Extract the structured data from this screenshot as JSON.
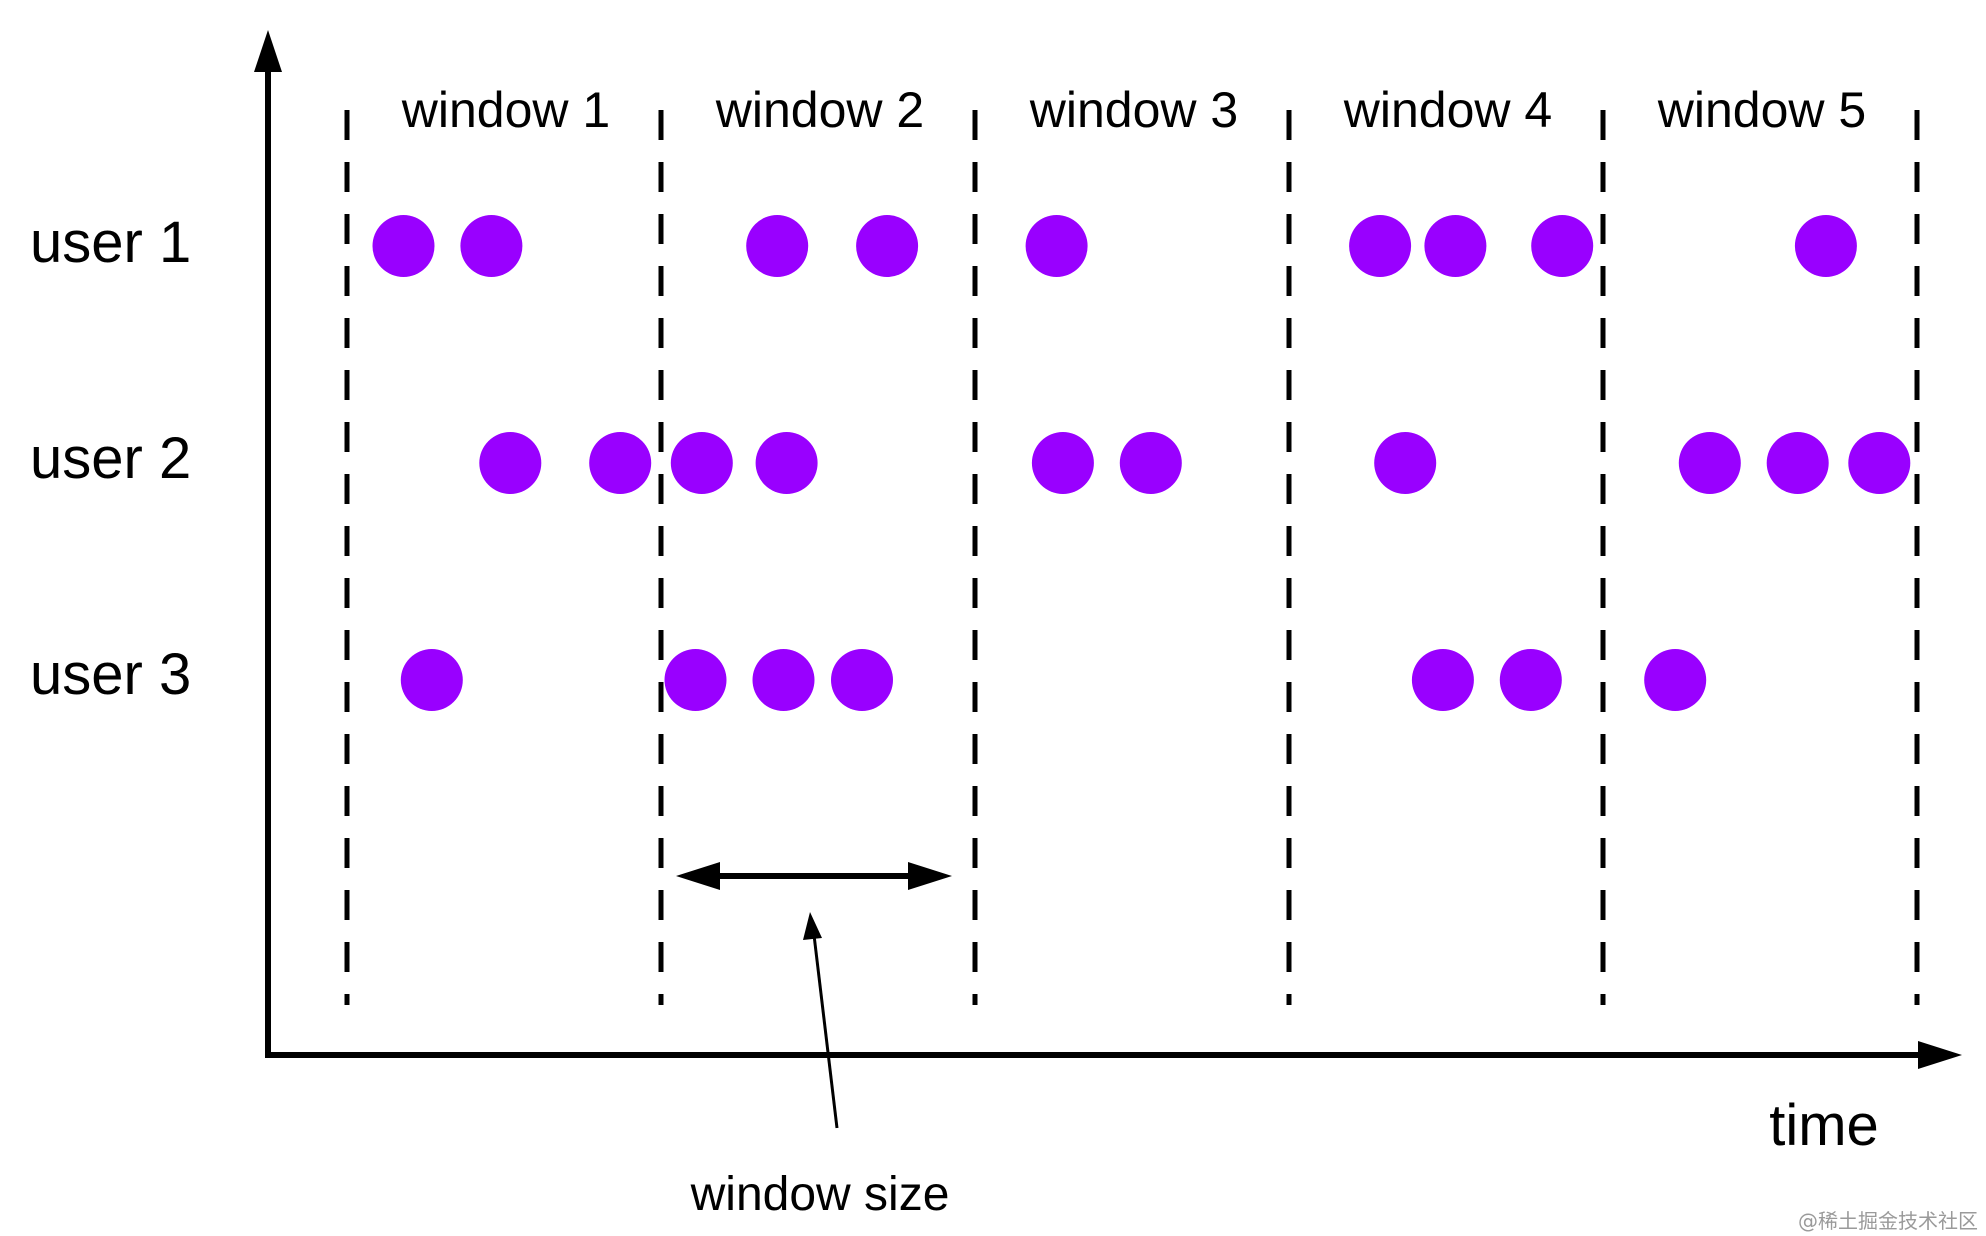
{
  "title": "",
  "x_axis_label": "time",
  "window_size_label": "window size",
  "watermark": "@稀土掘金技术社区",
  "event_color": "#9900FF",
  "windows": [
    {
      "label": "window 1"
    },
    {
      "label": "window 2"
    },
    {
      "label": "window 3"
    },
    {
      "label": "window 4"
    },
    {
      "label": "window 5"
    }
  ],
  "users": [
    {
      "label": "user 1",
      "events": [
        {
          "window": 1,
          "offset": 0.18
        },
        {
          "window": 1,
          "offset": 0.46
        },
        {
          "window": 2,
          "offset": 0.37
        },
        {
          "window": 2,
          "offset": 0.72
        },
        {
          "window": 3,
          "offset": 0.26
        },
        {
          "window": 4,
          "offset": 0.29
        },
        {
          "window": 4,
          "offset": 0.53
        },
        {
          "window": 4,
          "offset": 0.87
        },
        {
          "window": 5,
          "offset": 0.71
        }
      ]
    },
    {
      "label": "user 2",
      "events": [
        {
          "window": 1,
          "offset": 0.52
        },
        {
          "window": 1,
          "offset": 0.87
        },
        {
          "window": 2,
          "offset": 0.13
        },
        {
          "window": 2,
          "offset": 0.4
        },
        {
          "window": 3,
          "offset": 0.28
        },
        {
          "window": 3,
          "offset": 0.56
        },
        {
          "window": 4,
          "offset": 0.37
        },
        {
          "window": 5,
          "offset": 0.34
        },
        {
          "window": 5,
          "offset": 0.62
        },
        {
          "window": 5,
          "offset": 0.88
        }
      ]
    },
    {
      "label": "user 3",
      "events": [
        {
          "window": 1,
          "offset": 0.27
        },
        {
          "window": 2,
          "offset": 0.11
        },
        {
          "window": 2,
          "offset": 0.39
        },
        {
          "window": 2,
          "offset": 0.64
        },
        {
          "window": 4,
          "offset": 0.49
        },
        {
          "window": 4,
          "offset": 0.77
        },
        {
          "window": 5,
          "offset": 0.23
        }
      ]
    }
  ]
}
